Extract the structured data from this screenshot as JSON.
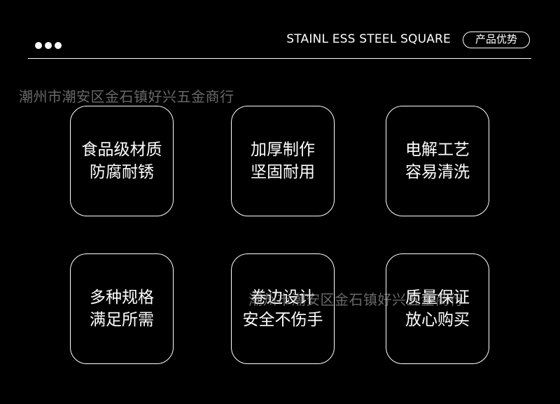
{
  "header": {
    "title": "STAINL ESS STEEL SQUARE",
    "badge": "产品优势"
  },
  "watermark": {
    "text": "潮州市潮安区金石镇好兴五金商行"
  },
  "features": [
    {
      "line1": "食品级材质",
      "line2": "防腐耐锈"
    },
    {
      "line1": "加厚制作",
      "line2": "坚固耐用"
    },
    {
      "line1": "电解工艺",
      "line2": "容易清洗"
    },
    {
      "line1": "多种规格",
      "line2": "满足所需"
    },
    {
      "line1": "卷边设计",
      "line2": "安全不伤手"
    },
    {
      "line1": "质量保证",
      "line2": "放心购买"
    }
  ],
  "colors": {
    "background": "#000000",
    "foreground": "#ffffff"
  }
}
